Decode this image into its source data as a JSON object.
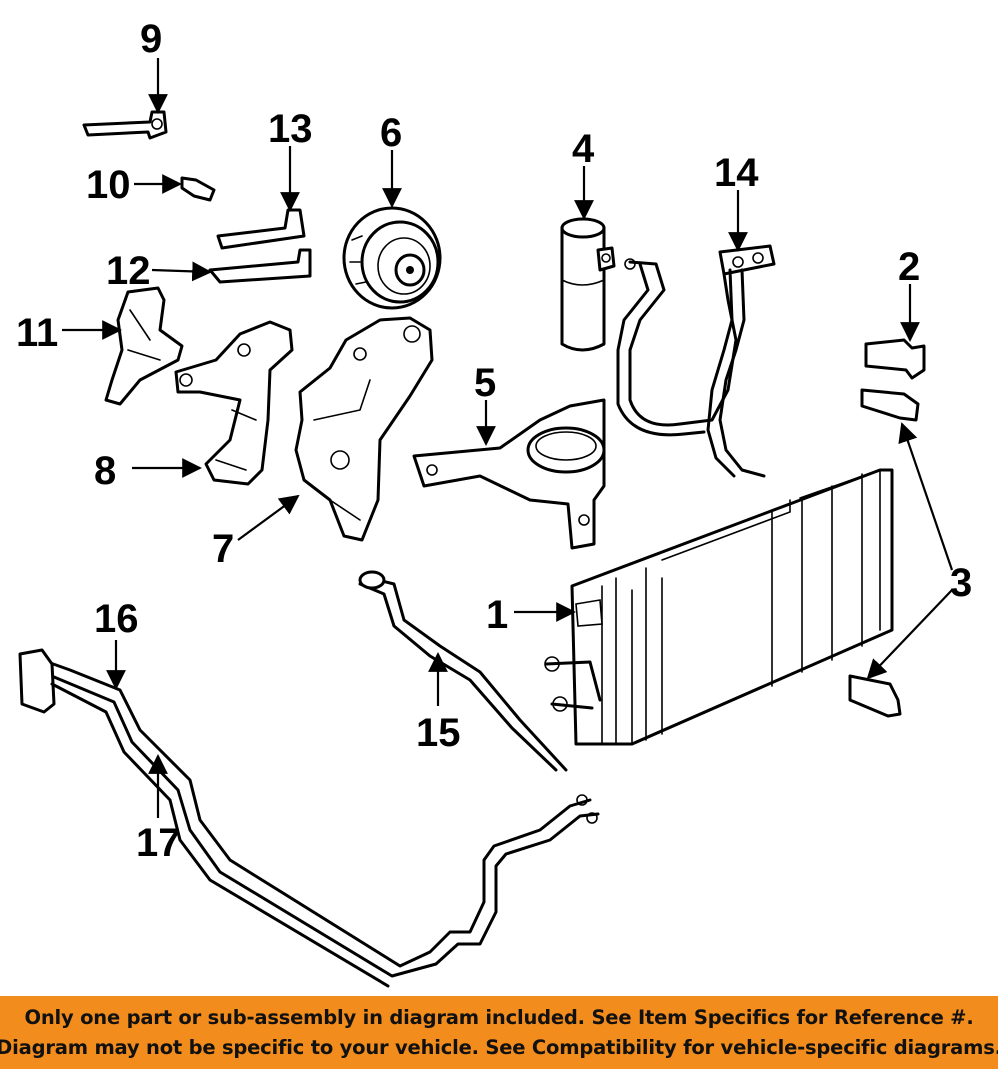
{
  "diagram": {
    "callouts": {
      "n1": "1",
      "n2": "2",
      "n3": "3",
      "n4": "4",
      "n5": "5",
      "n6": "6",
      "n7": "7",
      "n8": "8",
      "n9": "9",
      "n10": "10",
      "n11": "11",
      "n12": "12",
      "n13": "13",
      "n14": "14",
      "n15": "15",
      "n16": "16",
      "n17": "17"
    }
  },
  "banner": {
    "line1": "Only one part or sub-assembly in diagram included. See Item Specifics for Reference #.",
    "line2": "Diagram may not be specific to your vehicle. See Compatibility for vehicle-specific diagrams.",
    "color": "#f28c1c"
  },
  "colors": {
    "ink": "#000000",
    "background": "#ffffff"
  }
}
